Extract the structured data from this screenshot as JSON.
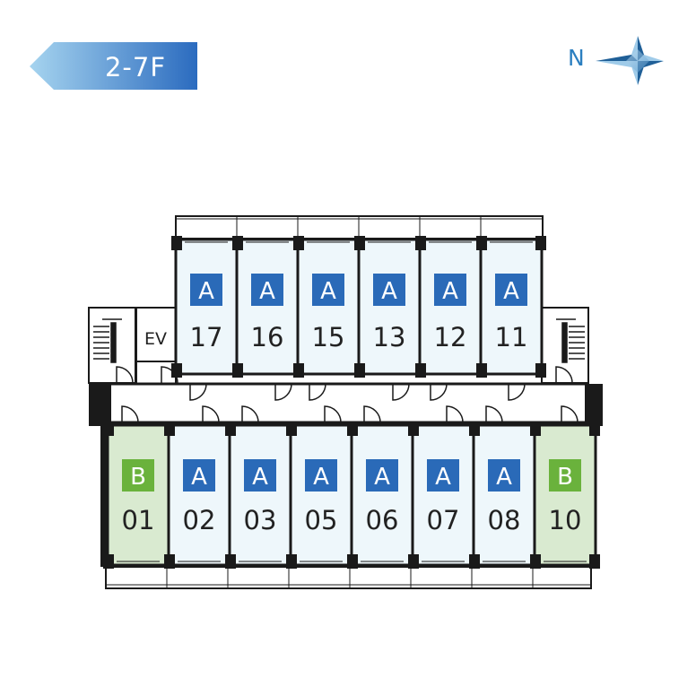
{
  "floor_label": "2-7F",
  "compass_label": "N",
  "elevator_label": "EV",
  "colors": {
    "type_a_fill": "#eef7fb",
    "type_a_badge": "#2a6ab8",
    "type_b_fill": "#d9ead0",
    "type_b_badge": "#6ab23c",
    "wall": "#1a1a1a",
    "badge_gradient_start": "#9fd0ee",
    "badge_gradient_end": "#2c6fc0"
  },
  "north_units": [
    {
      "type": "A",
      "number": "17"
    },
    {
      "type": "A",
      "number": "16"
    },
    {
      "type": "A",
      "number": "15"
    },
    {
      "type": "A",
      "number": "13"
    },
    {
      "type": "A",
      "number": "12"
    },
    {
      "type": "A",
      "number": "11"
    }
  ],
  "south_units": [
    {
      "type": "B",
      "number": "01"
    },
    {
      "type": "A",
      "number": "02"
    },
    {
      "type": "A",
      "number": "03"
    },
    {
      "type": "A",
      "number": "05"
    },
    {
      "type": "A",
      "number": "06"
    },
    {
      "type": "A",
      "number": "07"
    },
    {
      "type": "A",
      "number": "08"
    },
    {
      "type": "B",
      "number": "10"
    }
  ]
}
